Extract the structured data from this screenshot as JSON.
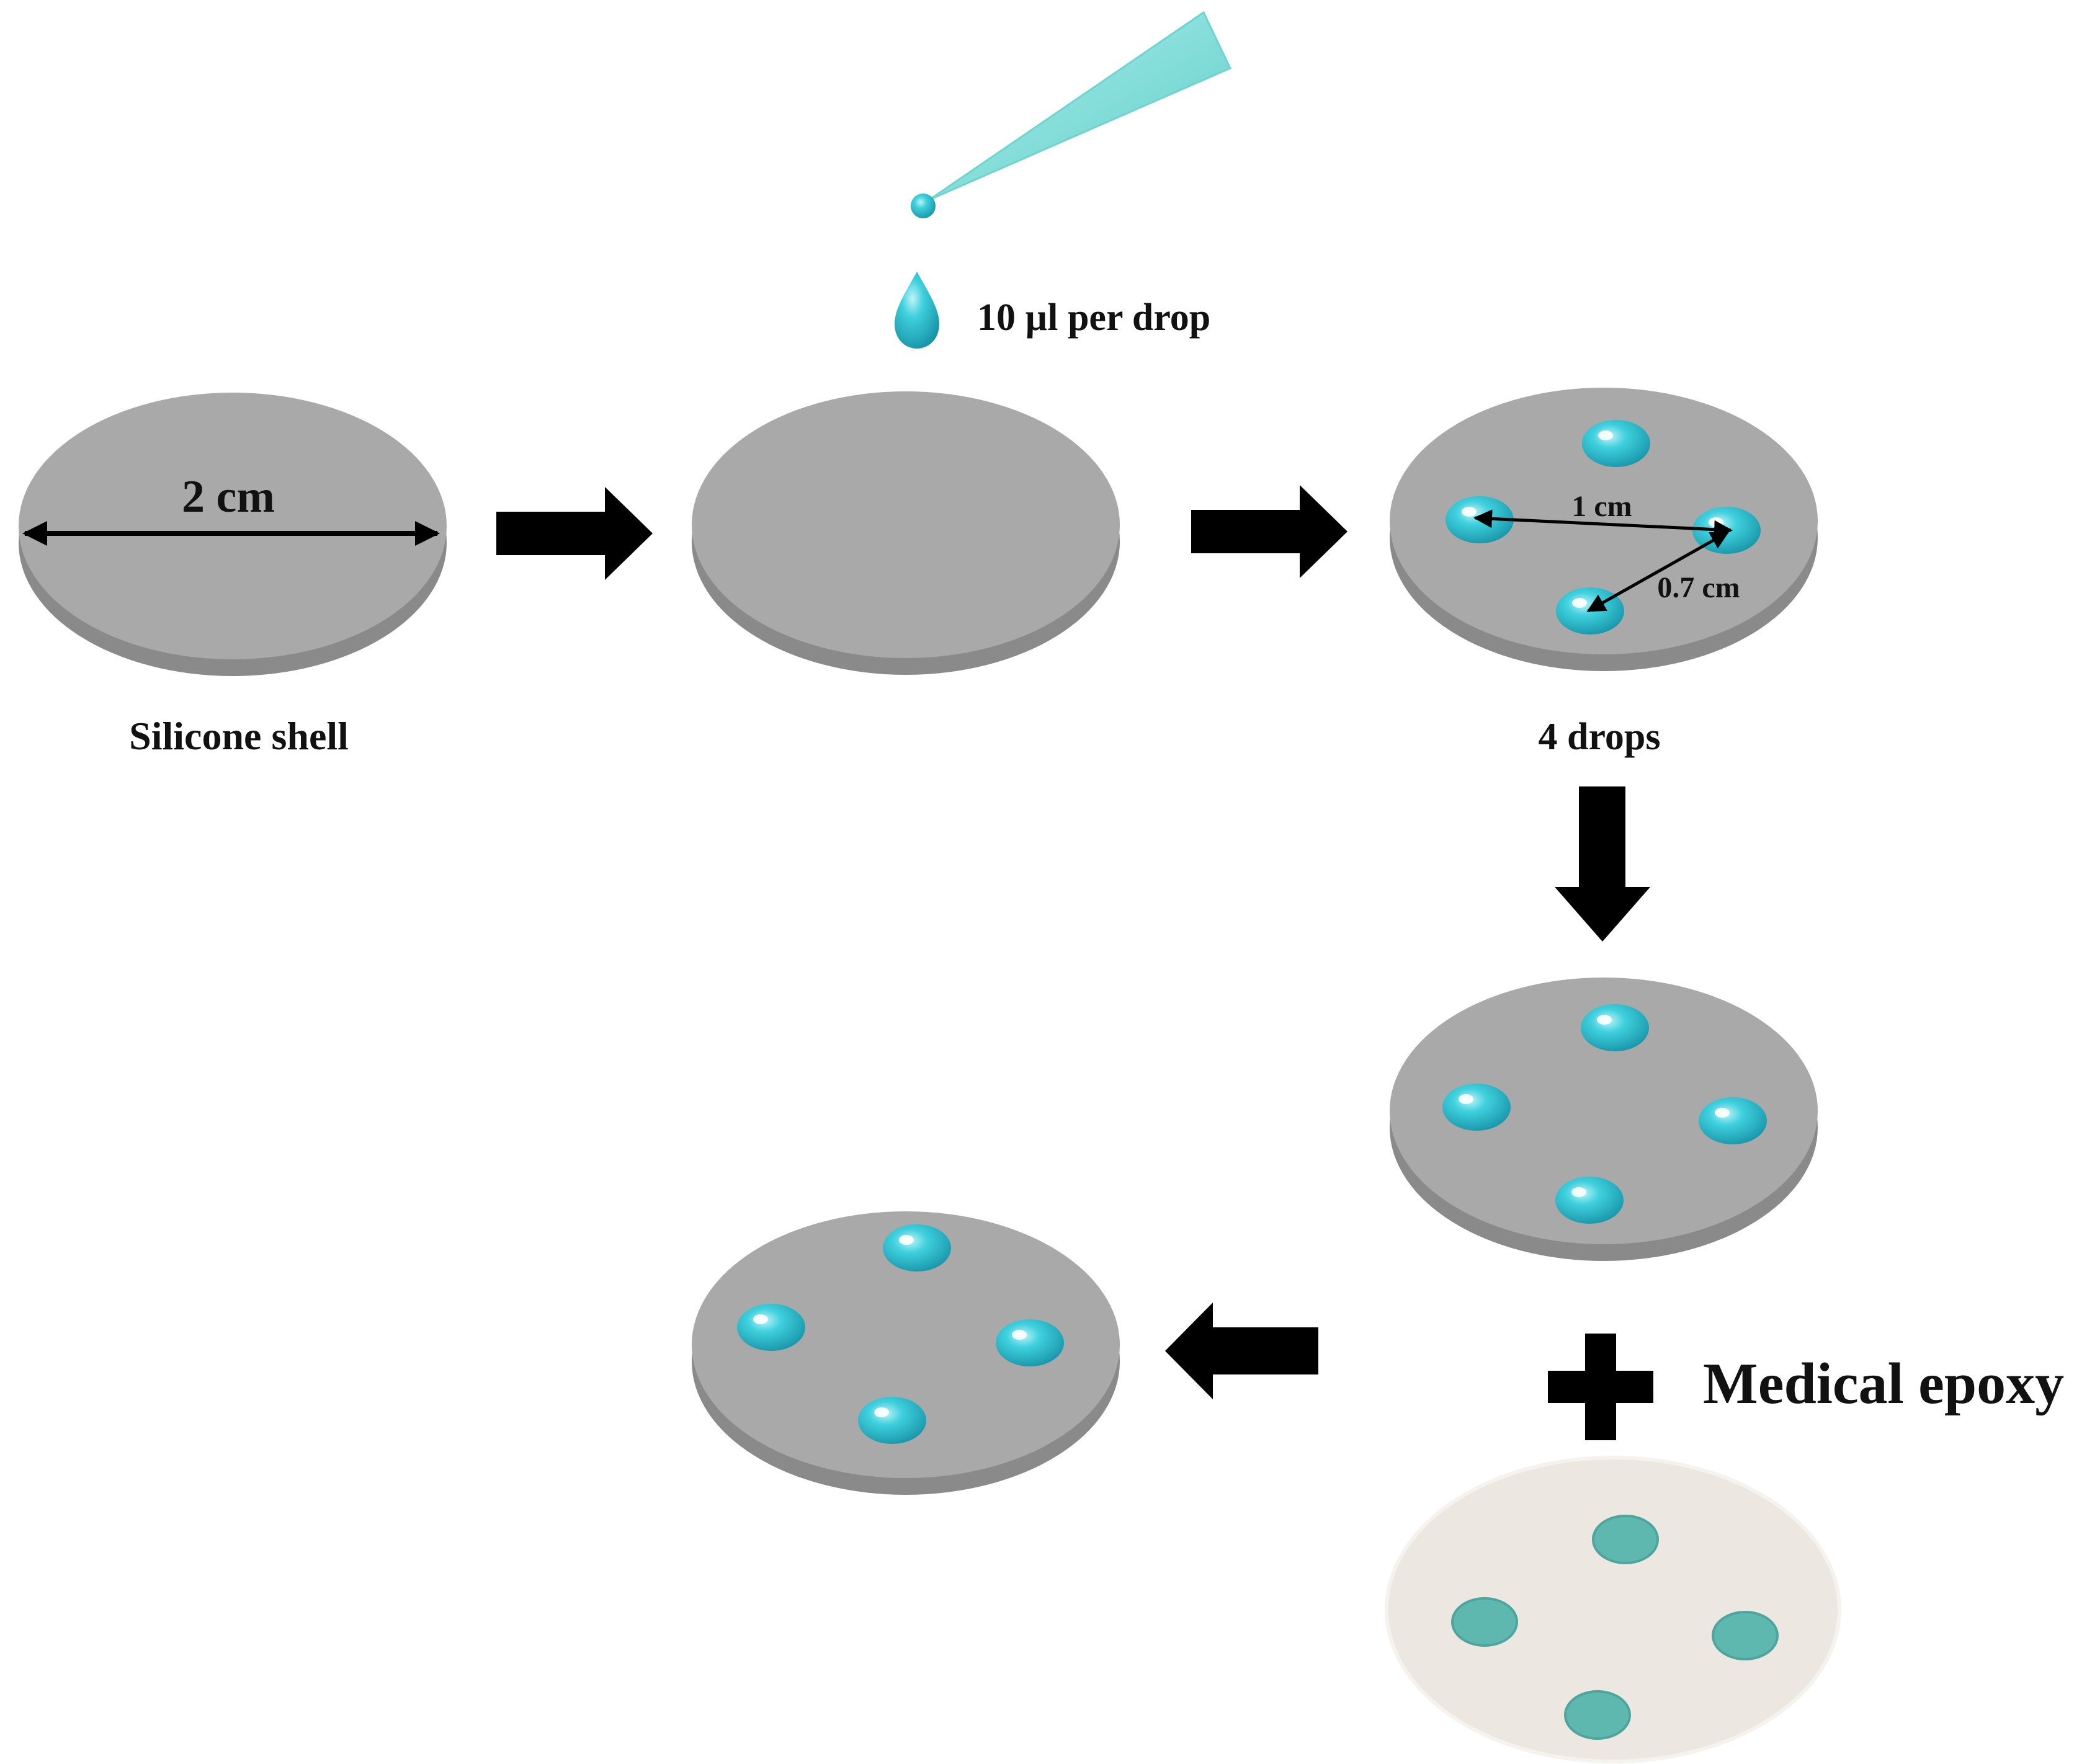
{
  "labels": {
    "diameter": "2 cm",
    "silicone_shell": "Silicone shell",
    "drop_volume": "10 µl per drop",
    "drop_spacing": "1 cm",
    "edge_spacing": "0.7 cm",
    "drop_count": "4 drops",
    "additive": "Medical epoxy"
  },
  "colors": {
    "disc_top": "#a7a7a7",
    "disc_side": "#8d8d8d",
    "droplet": "#2ec4d6",
    "pipette": "#8fe3e0",
    "arrow": "#000000",
    "epoxy_disc": "#ece7e0",
    "epoxy_spot": "#5fb8b0"
  },
  "icons": {
    "arrow": "block-arrow-icon",
    "plus": "plus-icon",
    "pipette": "pipette-tip-icon",
    "droplet": "droplet-icon"
  }
}
